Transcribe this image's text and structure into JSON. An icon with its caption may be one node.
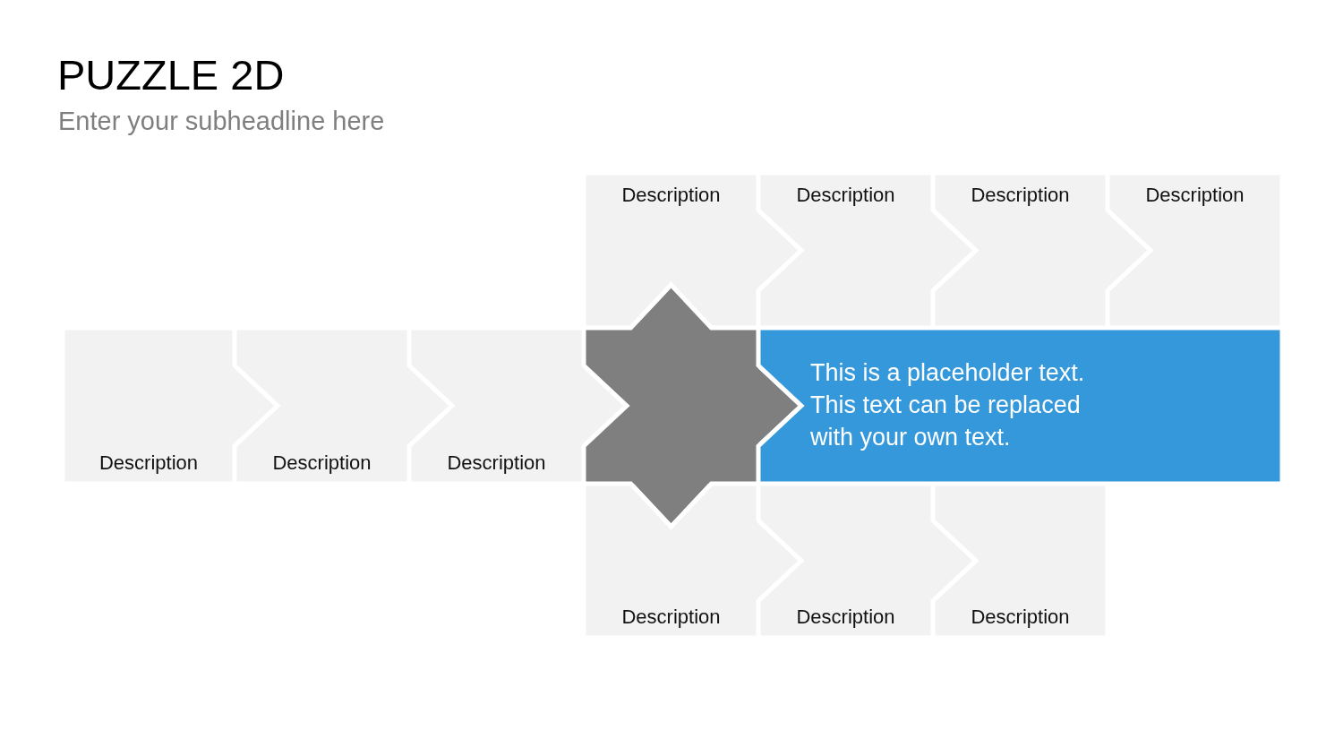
{
  "diagram": {
    "title": "PUZZLE 2D",
    "nodes": [
      {
        "text": [
          "Description"
        ]
      },
      {
        "text": [
          "Description"
        ]
      },
      {
        "text": [
          "Description"
        ]
      },
      {
        "text": [
          "Description"
        ]
      },
      {
        "text": [
          "Description"
        ]
      },
      {
        "text": [
          "Description"
        ]
      },
      {
        "text": [
          "Description"
        ]
      },
      {
        "text": [],
        "shape": "star"
      },
      {
        "text": [
          "This is a placeholder text. This text can be replaced with your own text."
        ]
      },
      {
        "text": [
          "Description"
        ]
      },
      {
        "text": [
          "Description"
        ]
      },
      {
        "text": [
          "Description"
        ]
      }
    ],
    "labels": [
      "Enter your subheadline here"
    ]
  }
}
